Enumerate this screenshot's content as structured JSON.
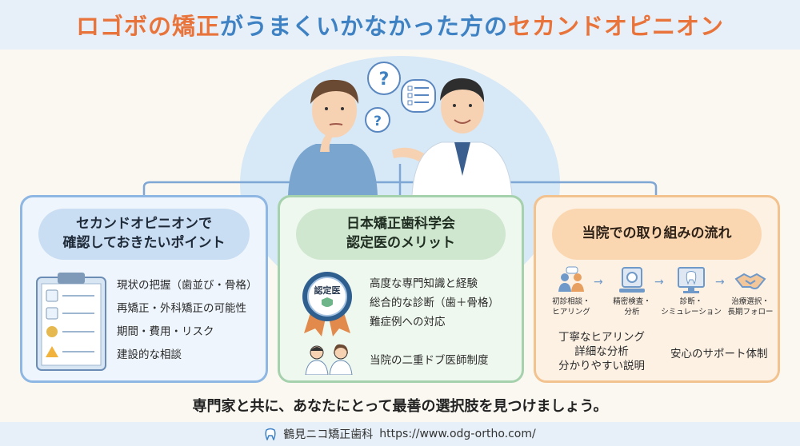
{
  "title": {
    "part1": "ロゴボの矯正",
    "part2": "がうまくいかなかった方の",
    "part3": "セカンドオピニオン"
  },
  "hero": {
    "bubble_mark": "?",
    "small_bubble_mark": "?"
  },
  "cards": {
    "points": {
      "heading_line1": "セカンドオピニオンで",
      "heading_line2": "確認しておきたいポイント",
      "items": [
        "現状の把握（歯並び・骨格）",
        "再矯正・外科矯正の可能性",
        "期間・費用・リスク",
        "建設的な相談"
      ]
    },
    "certified": {
      "heading_line1": "日本矯正歯科学会",
      "heading_line2": "認定医のメリット",
      "badge_text": "認定医",
      "items": [
        "高度な専門知識と経験",
        "総合的な診断（歯＋骨格）",
        "難症例への対応"
      ],
      "dual_doctor": "当院の二重ドブ医師制度"
    },
    "flow": {
      "heading": "当院での取り組みの流れ",
      "steps": [
        {
          "line1": "初診相談・",
          "line2": "ヒアリング"
        },
        {
          "line1": "精密検査・",
          "line2": "分析"
        },
        {
          "line1": "診断・",
          "line2": "シミュレーション"
        },
        {
          "line1": "治療選択・",
          "line2": "長期フォロー"
        }
      ],
      "arrow": "→",
      "features": [
        "丁寧なヒアリング",
        "詳細な分析",
        "分かりやすい説明"
      ],
      "support": "安心のサポート体制"
    }
  },
  "tagline": "専門家と共に、あなたにとって最善の選択肢を見つけましょう。",
  "footer": {
    "clinic": "鶴見ニコ矯正歯科",
    "url": "https://www.odg-ortho.com/"
  },
  "colors": {
    "accent_orange": "#e8743b",
    "accent_blue": "#3f82c4",
    "card_blue_border": "#8fb7e3",
    "card_green_border": "#a6d1ad",
    "card_orange_border": "#f2c28f"
  }
}
